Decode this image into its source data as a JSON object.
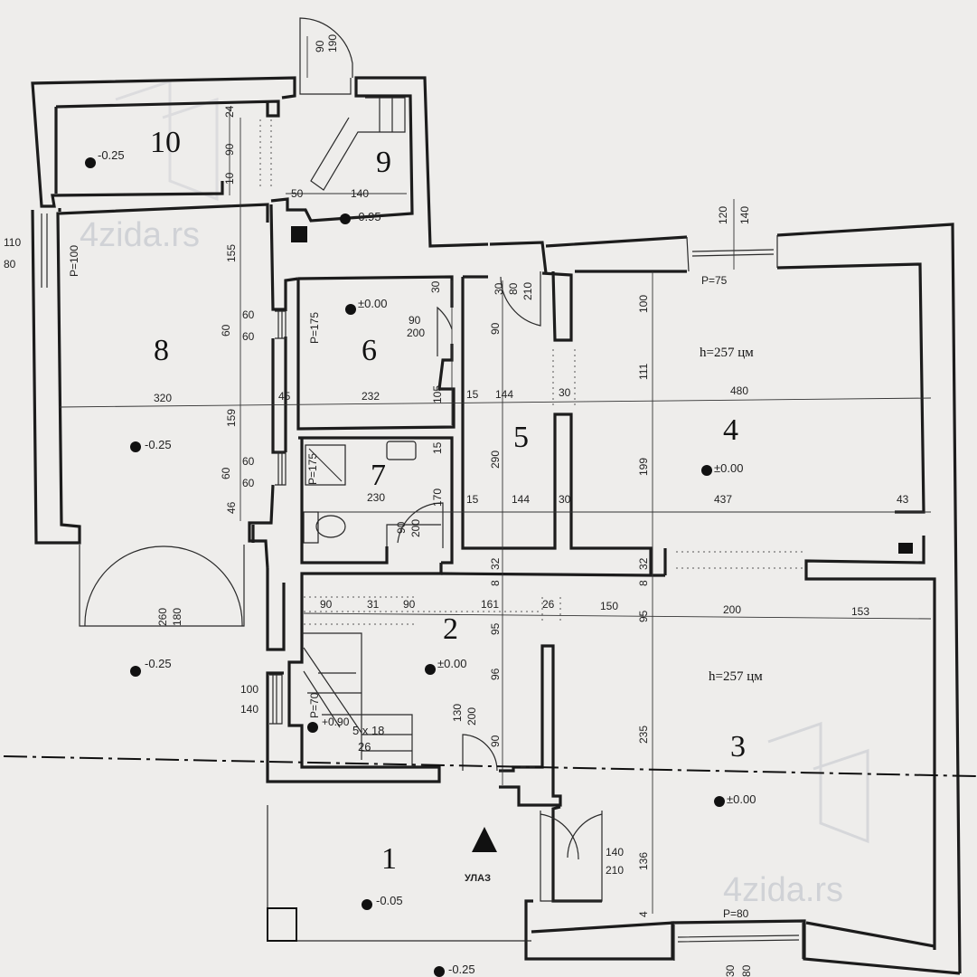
{
  "rooms": [
    {
      "number": "1",
      "level": "-0.05"
    },
    {
      "number": "2",
      "level": "±0.00"
    },
    {
      "number": "3",
      "level": "±0.00",
      "height": "h=257 цм"
    },
    {
      "number": "4",
      "level": "±0.00",
      "height": "h=257 цм"
    },
    {
      "number": "5"
    },
    {
      "number": "6",
      "level": "±0.00"
    },
    {
      "number": "7"
    },
    {
      "number": "8",
      "level": "-0.25"
    },
    {
      "number": "9",
      "level": "-0.95"
    },
    {
      "number": "10",
      "level": "-0.25"
    }
  ],
  "levels": {
    "terrace": "-0.25",
    "outside": "-0.25",
    "stair": "+0.90"
  },
  "entrance": "УЛАЗ",
  "stairs": {
    "steps": "5 x 18",
    "tread": "26"
  },
  "windows": {
    "w8": "P=100",
    "w4": "P=75",
    "w3": "P=80",
    "w6": "P=175",
    "w7": "P=175",
    "w2": "P=70"
  },
  "dimensions": {
    "top_door": [
      "90",
      "190"
    ],
    "room10_v": [
      "24",
      "90",
      "10"
    ],
    "room9_h": [
      "50",
      "140"
    ],
    "win8": [
      "110",
      "80"
    ],
    "room8_v": [
      "155",
      "60",
      "60",
      "159",
      "60",
      "60",
      "46"
    ],
    "row1": [
      "320",
      "45",
      "232",
      "105",
      "15",
      "144",
      "30",
      "480"
    ],
    "row1_v": [
      "100",
      "111"
    ],
    "win4": [
      "120",
      "140"
    ],
    "room6": [
      "30",
      "90",
      "200",
      "30",
      "80",
      "210"
    ],
    "room5_v": [
      "90",
      "290"
    ],
    "room7": [
      "230",
      "15",
      "170",
      "90",
      "200"
    ],
    "row2": [
      "15",
      "144",
      "30",
      "437",
      "43"
    ],
    "room4_v": [
      "199"
    ],
    "mid_v": [
      "32",
      "8",
      "32",
      "8"
    ],
    "row3": [
      "90",
      "31",
      "90",
      "161",
      "26",
      "150",
      "200",
      "153"
    ],
    "row3_v": [
      "95",
      "95"
    ],
    "room2_v": [
      "96",
      "130",
      "200",
      "90"
    ],
    "room3_v": [
      "235",
      "136",
      "4"
    ],
    "terrace_door": [
      "260",
      "180"
    ],
    "win2": [
      "100",
      "140"
    ],
    "door3": [
      "140",
      "210"
    ],
    "bottom": [
      "30",
      "80"
    ]
  },
  "watermark": "4zida.rs"
}
